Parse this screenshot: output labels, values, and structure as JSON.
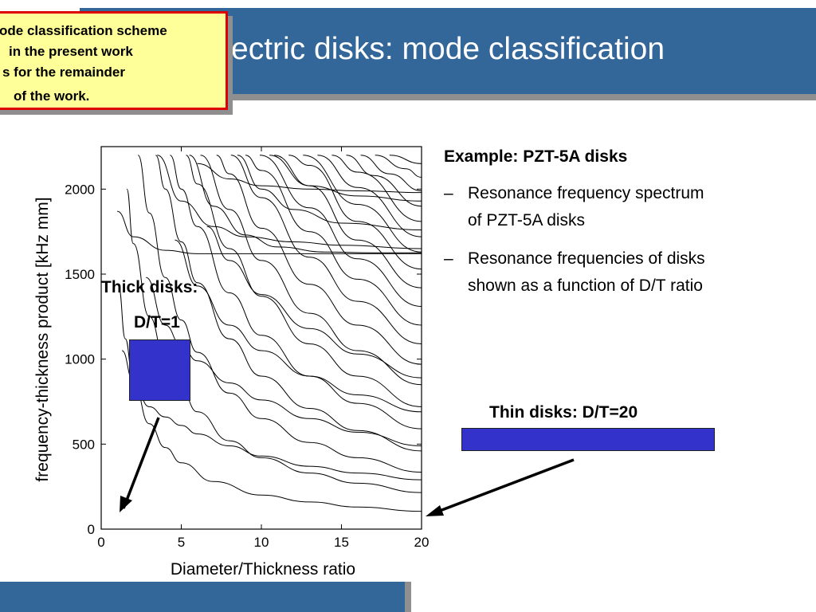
{
  "slide": {
    "title": "ectric disks: mode classification",
    "note": {
      "lines": [
        "ode classification scheme",
        "in the present work",
        "s for the remainder",
        "of the work."
      ]
    },
    "right": {
      "heading": "Example: PZT-5A disks",
      "bullets": [
        {
          "dash": "–",
          "lines": [
            "Resonance frequency spectrum",
            "of PZT-5A disks"
          ]
        },
        {
          "dash": "–",
          "lines": [
            "Resonance frequencies of disks",
            "shown as a function of D/T ratio"
          ]
        }
      ]
    },
    "annotations": {
      "thick_label": "Thick disks:",
      "thick_ratio": "D/T=1",
      "thin_label": "Thin disks: D/T=20"
    },
    "colors": {
      "title_bar": "#336699",
      "note_fill": "#ffff99",
      "note_border": "#dd0000",
      "disk_fill": "#3333cc"
    }
  },
  "chart_data": {
    "type": "line",
    "xlabel": "Diameter/Thickness ratio",
    "ylabel": "frequency-thickness product [kHz mm]",
    "xlim": [
      0,
      20
    ],
    "ylim": [
      0,
      2250
    ],
    "xticks": [
      0,
      5,
      10,
      15,
      20
    ],
    "yticks": [
      0,
      500,
      1000,
      1500,
      2000
    ],
    "grid": false,
    "series": [
      {
        "x": [
          1.1,
          1.5,
          2,
          3,
          4,
          5,
          7,
          10,
          13,
          16,
          20
        ],
        "y": [
          1420,
          1120,
          870,
          620,
          480,
          390,
          280,
          200,
          160,
          130,
          105
        ]
      },
      {
        "x": [
          1.6,
          2,
          3,
          4,
          5,
          6,
          8,
          10,
          13,
          16,
          20
        ],
        "y": [
          2000,
          1680,
          1250,
          1000,
          820,
          690,
          520,
          420,
          330,
          270,
          215
        ]
      },
      {
        "x": [
          2.3,
          3,
          4,
          5,
          6,
          8,
          10,
          13,
          16,
          20
        ],
        "y": [
          2200,
          1860,
          1480,
          1230,
          1040,
          800,
          650,
          510,
          420,
          335
        ]
      },
      {
        "x": [
          3.4,
          4,
          5,
          6,
          8,
          10,
          13,
          16,
          20
        ],
        "y": [
          2200,
          2000,
          1690,
          1450,
          1120,
          900,
          710,
          580,
          460
        ]
      },
      {
        "x": [
          4.3,
          5,
          6,
          8,
          10,
          13,
          16,
          20
        ],
        "y": [
          2200,
          2000,
          1780,
          1390,
          1140,
          900,
          740,
          590
        ]
      },
      {
        "x": [
          5.3,
          6,
          8,
          10,
          13,
          16,
          20
        ],
        "y": [
          2200,
          2030,
          1650,
          1370,
          1090,
          900,
          720
        ]
      },
      {
        "x": [
          6.2,
          8,
          10,
          13,
          16,
          20
        ],
        "y": [
          2200,
          1880,
          1580,
          1270,
          1050,
          850
        ]
      },
      {
        "x": [
          7.2,
          8,
          10,
          13,
          16,
          20
        ],
        "y": [
          2200,
          2090,
          1770,
          1440,
          1200,
          970
        ]
      },
      {
        "x": [
          8.1,
          10,
          13,
          16,
          20
        ],
        "y": [
          2200,
          1950,
          1600,
          1340,
          1090
        ]
      },
      {
        "x": [
          9.0,
          10,
          13,
          16,
          20
        ],
        "y": [
          2200,
          2110,
          1750,
          1470,
          1200
        ]
      },
      {
        "x": [
          9.9,
          13,
          16,
          20
        ],
        "y": [
          2200,
          1890,
          1590,
          1310
        ]
      },
      {
        "x": [
          10.8,
          13,
          16,
          20
        ],
        "y": [
          2200,
          2020,
          1700,
          1420
        ]
      },
      {
        "x": [
          11.7,
          13,
          16,
          20
        ],
        "y": [
          2200,
          2140,
          1810,
          1530
        ]
      },
      {
        "x": [
          12.6,
          16,
          20
        ],
        "y": [
          2200,
          1910,
          1630
        ]
      },
      {
        "x": [
          13.5,
          16,
          20
        ],
        "y": [
          2200,
          2010,
          1720
        ]
      },
      {
        "x": [
          14.4,
          16,
          20
        ],
        "y": [
          2200,
          2100,
          1810
        ]
      },
      {
        "x": [
          15.3,
          17,
          20
        ],
        "y": [
          2200,
          2080,
          1900
        ]
      },
      {
        "x": [
          16.2,
          18,
          20
        ],
        "y": [
          2200,
          2090,
          1990
        ]
      },
      {
        "x": [
          17.1,
          19,
          20
        ],
        "y": [
          2200,
          2120,
          2070
        ]
      },
      {
        "x": [
          18.0,
          20
        ],
        "y": [
          2200,
          2150
        ]
      },
      {
        "x": [
          1.3,
          2,
          3,
          4,
          5,
          6,
          8,
          10,
          13,
          16,
          20
        ],
        "y": [
          1050,
          870,
          720,
          660,
          610,
          560,
          490,
          430,
          370,
          330,
          290
        ]
      },
      {
        "x": [
          2.8,
          4,
          5,
          6,
          8,
          10,
          13,
          16,
          20
        ],
        "y": [
          1480,
          1200,
          1080,
          990,
          860,
          760,
          650,
          570,
          490
        ]
      },
      {
        "x": [
          4.6,
          6,
          8,
          10,
          13,
          16,
          20
        ],
        "y": [
          1700,
          1430,
          1200,
          1050,
          900,
          790,
          690
        ]
      },
      {
        "x": [
          6.6,
          8,
          10,
          13,
          16,
          20
        ],
        "y": [
          1780,
          1580,
          1380,
          1180,
          1030,
          890
        ]
      },
      {
        "x": [
          1.0,
          2,
          4,
          6,
          8,
          10,
          13,
          16,
          20
        ],
        "y": [
          1870,
          1720,
          1640,
          1620,
          1620,
          1620,
          1620,
          1620,
          1620
        ]
      },
      {
        "x": [
          5.5,
          7,
          9,
          11,
          14,
          17,
          20
        ],
        "y": [
          2200,
          1900,
          1730,
          1660,
          1630,
          1625,
          1625
        ]
      },
      {
        "x": [
          3.5,
          5,
          7,
          9,
          12,
          15,
          20
        ],
        "y": [
          2200,
          1930,
          1780,
          1720,
          1690,
          1670,
          1650
        ]
      },
      {
        "x": [
          8.5,
          10,
          12,
          15,
          20
        ],
        "y": [
          2200,
          2000,
          1880,
          1800,
          1760
        ]
      },
      {
        "x": [
          10.5,
          13,
          16,
          20
        ],
        "y": [
          2200,
          2020,
          1960,
          1930
        ]
      },
      {
        "x": [
          6.0,
          8,
          10,
          13,
          16,
          20
        ],
        "y": [
          2150,
          2060,
          2020,
          2000,
          1990,
          1980
        ]
      }
    ]
  }
}
